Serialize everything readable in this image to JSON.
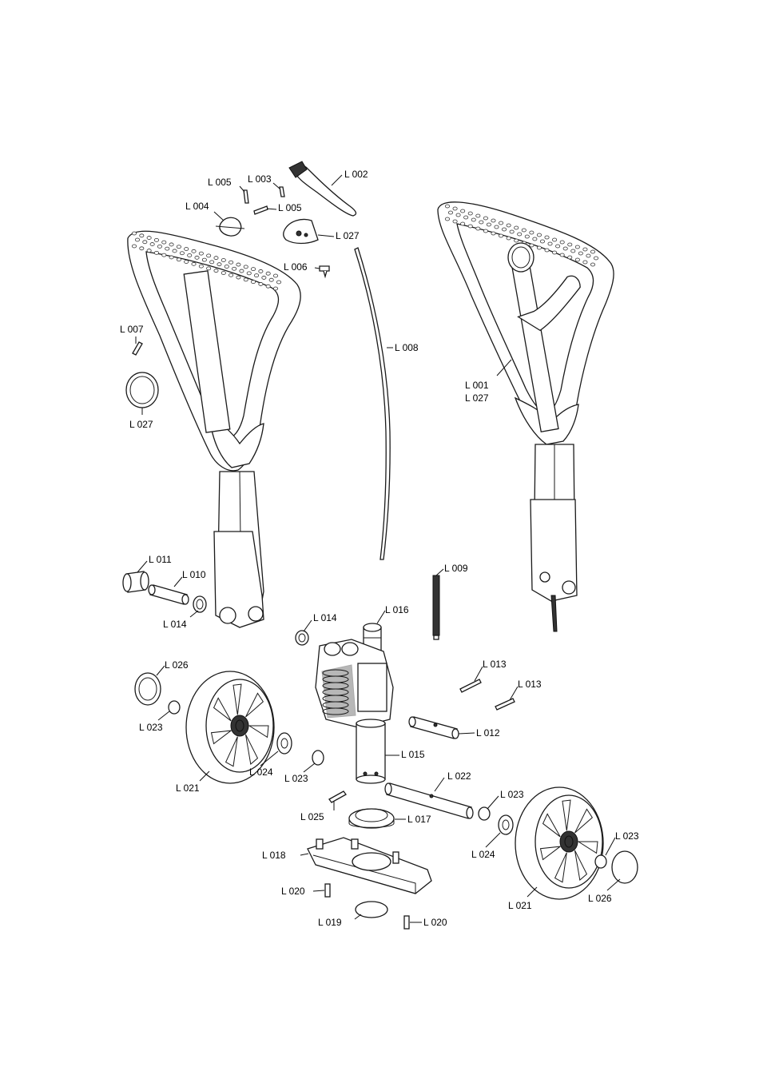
{
  "labels": {
    "l001": "L 001",
    "l002": "L 002",
    "l003": "L 003",
    "l004": "L 004",
    "l005a": "L 005",
    "l005b": "L 005",
    "l006": "L 006",
    "l007": "L 007",
    "l008": "L 008",
    "l009": "L 009",
    "l010": "L 010",
    "l011": "L 011",
    "l012": "L 012",
    "l013a": "L 013",
    "l013b": "L 013",
    "l014a": "L 014",
    "l014b": "L 014",
    "l015": "L 015",
    "l016": "L 016",
    "l017": "L 017",
    "l018": "L 018",
    "l019": "L 019",
    "l020a": "L 020",
    "l020b": "L 020",
    "l021a": "L 021",
    "l021b": "L 021",
    "l022": "L 022",
    "l023a": "L 023",
    "l023b": "L 023",
    "l023c": "L 023",
    "l023d": "L 023",
    "l024a": "L 024",
    "l024b": "L 024",
    "l025": "L 025",
    "l026a": "L 026",
    "l026b": "L 026",
    "l027a": "L 027",
    "l027b": "L 027",
    "l027c": "L 027"
  }
}
